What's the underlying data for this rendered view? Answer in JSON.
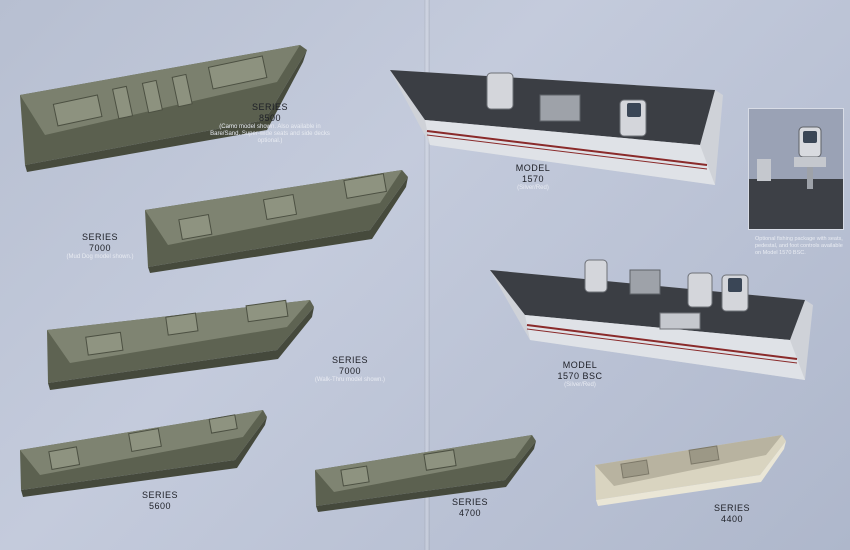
{
  "boats": [
    {
      "id": "8500",
      "series_label": "SERIES",
      "number": "8500",
      "note": "(Camo model shown. Also available in Bare/Sand. Super-wide seats and side decks optional.)"
    },
    {
      "id": "7000a",
      "series_label": "SERIES",
      "number": "7000",
      "note": "(Mud Dog model shown.)"
    },
    {
      "id": "7000b",
      "series_label": "SERIES",
      "number": "7000",
      "note": "(Walk-Thru model shown.)"
    },
    {
      "id": "5600",
      "series_label": "SERIES",
      "number": "5600",
      "note": ""
    },
    {
      "id": "4700",
      "series_label": "SERIES",
      "number": "4700",
      "note": ""
    },
    {
      "id": "4400",
      "series_label": "SERIES",
      "number": "4400",
      "note": ""
    },
    {
      "id": "1570",
      "series_label": "MODEL",
      "number": "1570",
      "note": "(Silver/Red)"
    },
    {
      "id": "1570bsc",
      "series_label": "MODEL",
      "number": "1570 BSC",
      "note": "(Silver/Red)"
    }
  ],
  "inset_note": "Optional fishing package with seats, pedestal, and foot controls available on Model 1570 BSC.",
  "colors": {
    "background": "#bcc4d6",
    "hull_green": "#5d6250",
    "hull_silver": "#c9ccd2",
    "stripe": "#8a2a2a"
  }
}
